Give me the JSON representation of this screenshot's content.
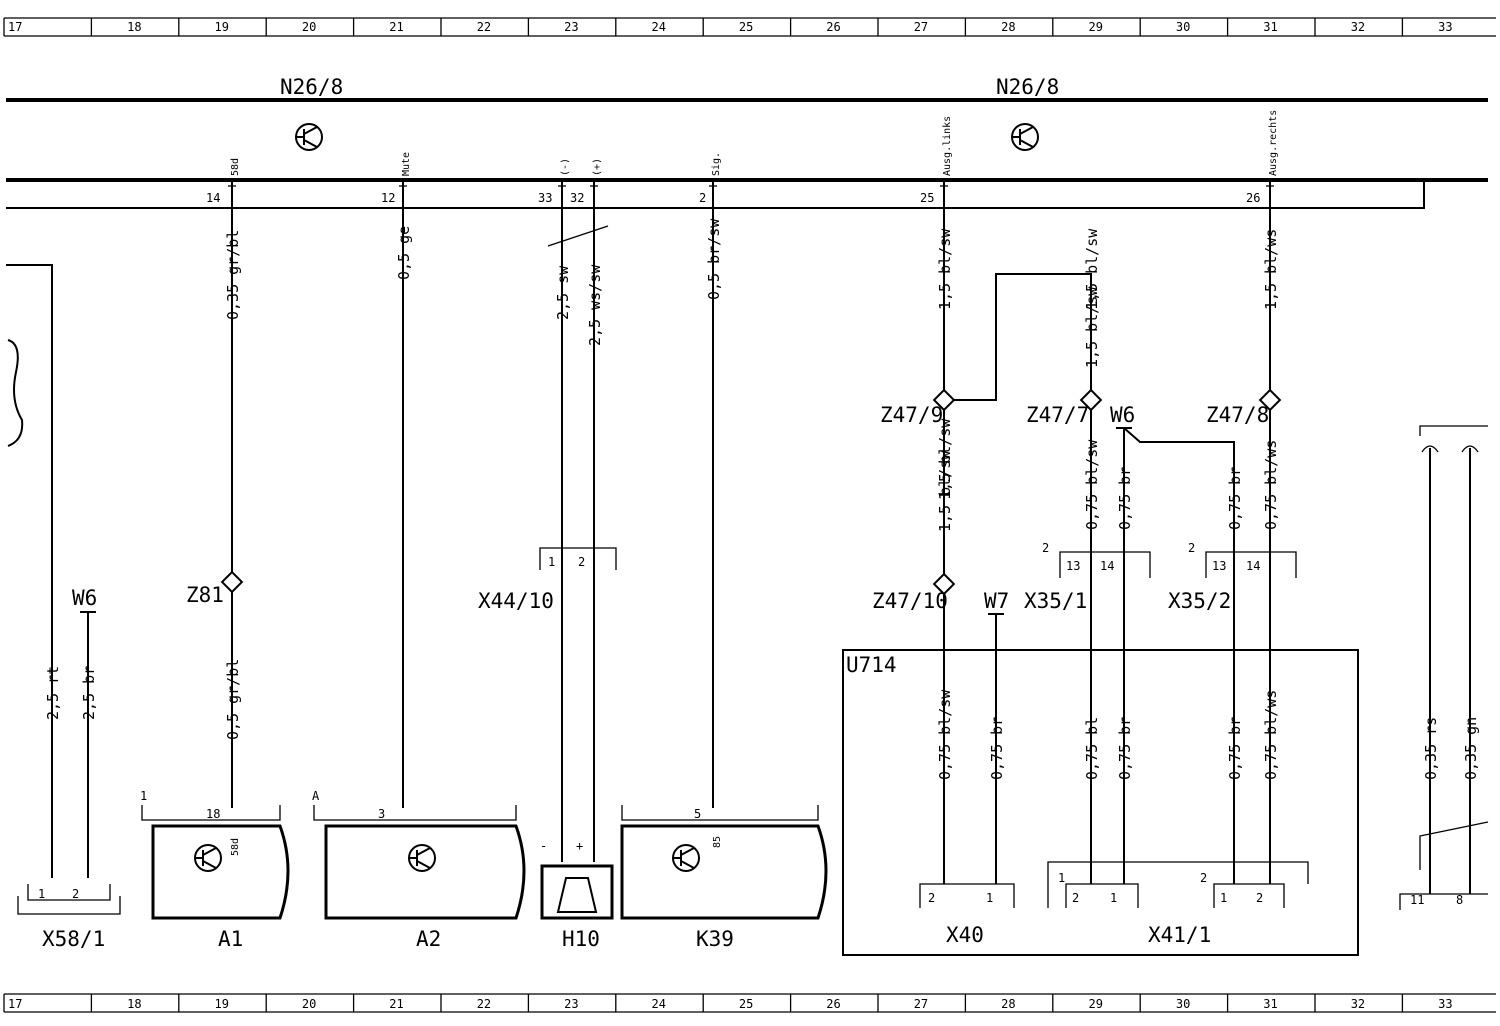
{
  "grid_numbers": [
    "17",
    "18",
    "19",
    "20",
    "21",
    "22",
    "23",
    "24",
    "25",
    "26",
    "27",
    "28",
    "29",
    "30",
    "31",
    "32",
    "33"
  ],
  "bus": {
    "label_left": "N26/8",
    "label_right": "N26/8"
  },
  "connector_signals": [
    {
      "pin": "14",
      "signal": "58d"
    },
    {
      "pin": "12",
      "signal": "Mute"
    },
    {
      "pin": "33",
      "signal": "(-)"
    },
    {
      "pin": "32",
      "signal": "(+)"
    },
    {
      "pin": "2",
      "signal": "Sig."
    },
    {
      "pin": "25",
      "signal": "Ausg.links"
    },
    {
      "pin": "26",
      "signal": "Ausg.rechts"
    }
  ],
  "wire_labels": {
    "x58_rt": "2,5 rt",
    "x58_br": "2,5 br",
    "a1_top": "0,35 gr/bl",
    "a1_bottom": "0,5 gr/bl",
    "a2": "0,5 ge",
    "h10_minus": "2,5 sw",
    "h10_plus": "2,5 ws/sw",
    "k39": "0,5 br/sw",
    "left_out_top": "1,5 bl/sw",
    "left_out_mid": "1,5 bl/sw",
    "left_out_low": "1,5 bl/sw",
    "left_out_u714": "0,75 bl/sw",
    "branch_top": "1,5 bl/sw",
    "branch_mid": "1,5 bl/sw",
    "x351_13": "0,75 bl/sw",
    "x351_14": "0,75 br",
    "x352_13": "0,75 br",
    "x352_14": "0,75 bl/ws",
    "right_out_top": "1,5 bl/ws",
    "w7_u714": "0,75 br",
    "u714_bl": "0,75 bl",
    "u714_br1": "0,75 br",
    "u714_br2": "0,75 br",
    "u714_blws": "0,75 bl/ws",
    "far_rs": "0,35 rs",
    "far_gn": "0,35 gn"
  },
  "labels": {
    "w6_left": "W6",
    "z81": "Z81",
    "x44_10": "X44/10",
    "z47_9": "Z47/9",
    "z47_7": "Z47/7",
    "w6_mid": "W6",
    "z47_8": "Z47/8",
    "z47_10": "Z47/10",
    "w7": "W7",
    "x35_1": "X35/1",
    "x35_2": "X35/2",
    "u714": "U714",
    "x58_1": "X58/1",
    "a1": "A1",
    "a2": "A2",
    "h10": "H10",
    "k39": "K39",
    "x40": "X40",
    "x41_1": "X41/1"
  },
  "pins": {
    "x44_1": "1",
    "x44_2": "2",
    "x35_1_group": "2",
    "x35_1_13": "13",
    "x35_1_14": "14",
    "x35_2_group": "2",
    "x35_2_13": "13",
    "x35_2_14": "14",
    "a1_group": "1",
    "a1_pin": "18",
    "a1_sig": "58d",
    "a2_group": "A",
    "a2_pin": "3",
    "k39_pin": "5",
    "k39_sig": "85",
    "h10_minus": "-",
    "h10_plus": "+",
    "x58_1": "1",
    "x58_2": "2",
    "x40_2": "2",
    "x40_1": "1",
    "x41_group1": "1",
    "x41_group2": "2",
    "x41_a2": "2",
    "x41_a1": "1",
    "x41_b1": "1",
    "x41_b2": "2",
    "far_11": "11",
    "far_8": "8"
  }
}
